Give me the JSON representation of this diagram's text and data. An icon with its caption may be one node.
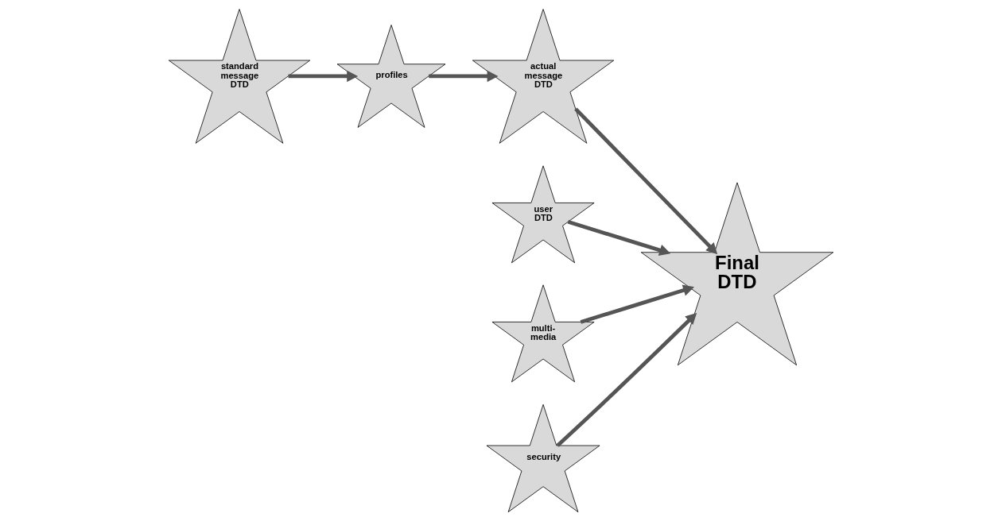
{
  "diagram": {
    "nodes": [
      {
        "text": [
          "standard message DTD"
        ]
      },
      {
        "text": [
          "profiles"
        ]
      },
      {
        "text": [
          "actual message DTD"
        ]
      },
      {
        "text": [
          "user DTD"
        ]
      },
      {
        "text": [
          "Final DTD"
        ]
      },
      {
        "text": [
          "multi- media"
        ]
      },
      {
        "text": [
          "security"
        ]
      }
    ],
    "edges": [
      {
        "from": 0,
        "to": 1,
        "arrow": "to"
      },
      {
        "from": 1,
        "to": 2,
        "arrow": "to"
      },
      {
        "from": 2,
        "to": 4,
        "arrow": "to"
      },
      {
        "from": 3,
        "to": 4,
        "arrow": "to"
      },
      {
        "from": 5,
        "to": 4,
        "arrow": "to"
      },
      {
        "from": 6,
        "to": 4,
        "arrow": "to"
      }
    ]
  }
}
